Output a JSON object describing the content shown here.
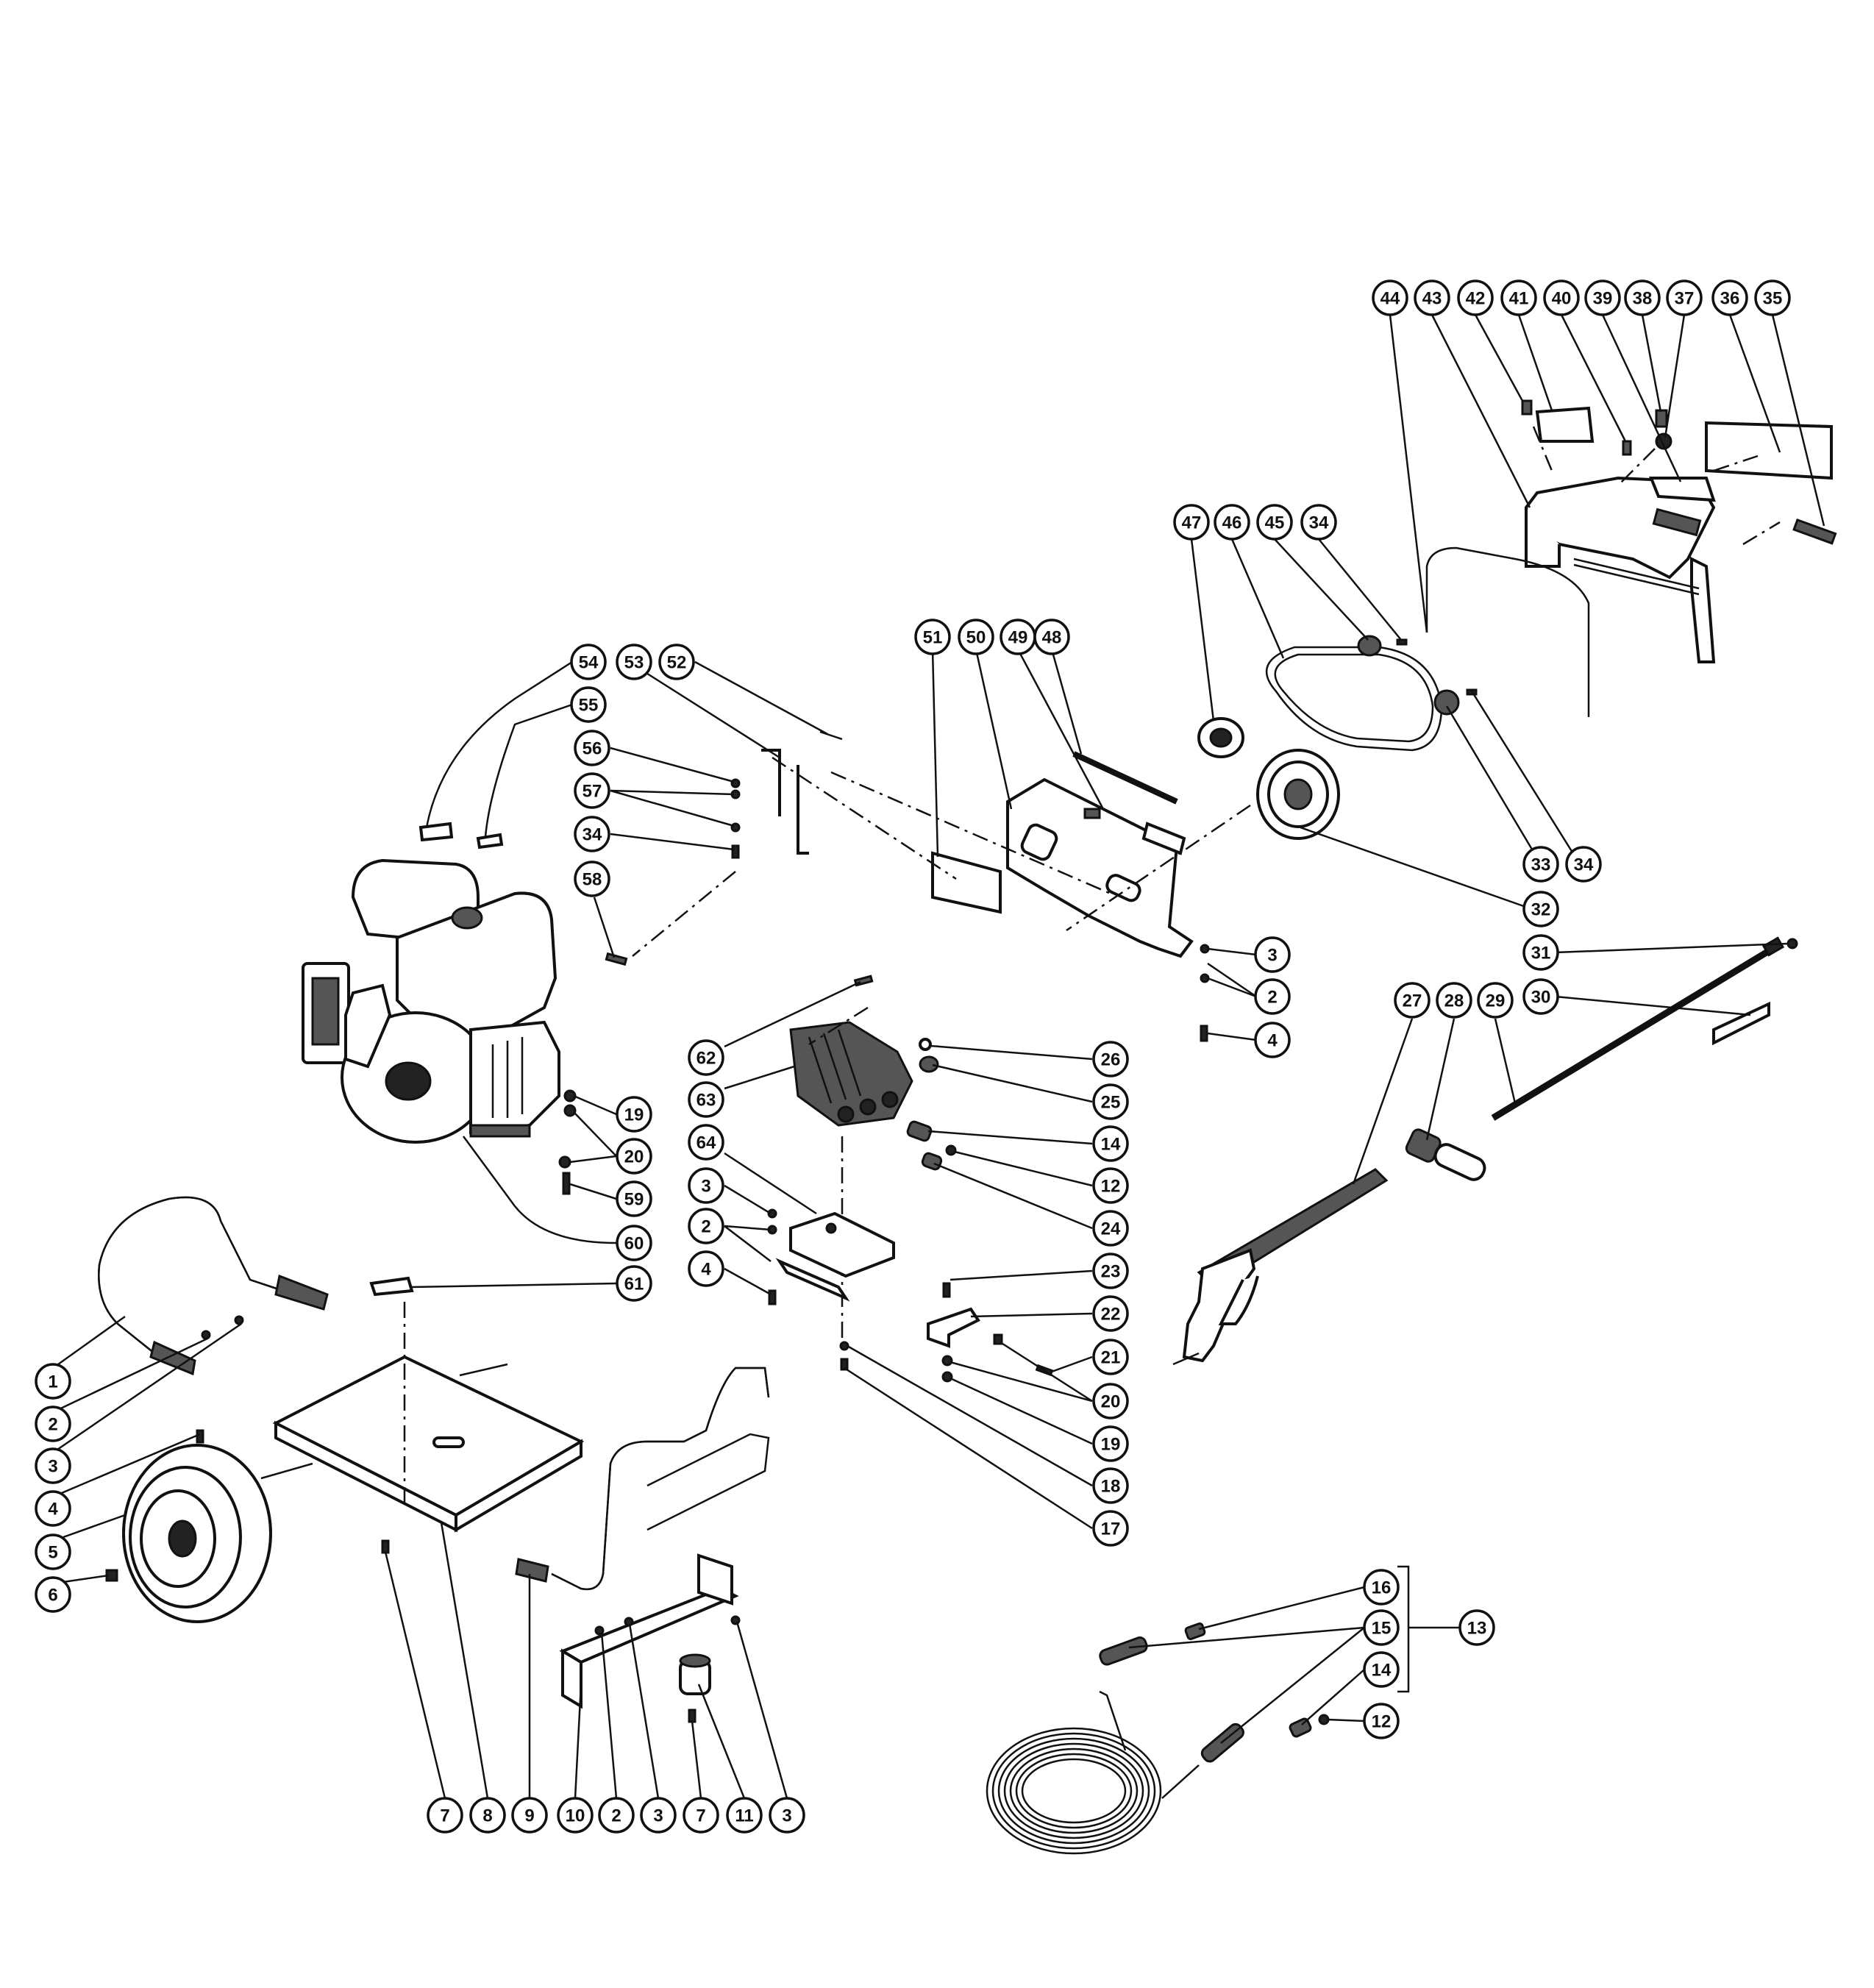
{
  "diagram": {
    "callouts": [
      {
        "id": "c44",
        "label": "44"
      },
      {
        "id": "c43",
        "label": "43"
      },
      {
        "id": "c42",
        "label": "42"
      },
      {
        "id": "c41",
        "label": "41"
      },
      {
        "id": "c40",
        "label": "40"
      },
      {
        "id": "c39",
        "label": "39"
      },
      {
        "id": "c38",
        "label": "38"
      },
      {
        "id": "c37",
        "label": "37"
      },
      {
        "id": "c36",
        "label": "36"
      },
      {
        "id": "c35",
        "label": "35"
      },
      {
        "id": "c47",
        "label": "47"
      },
      {
        "id": "c46",
        "label": "46"
      },
      {
        "id": "c45",
        "label": "45"
      },
      {
        "id": "c34a",
        "label": "34"
      },
      {
        "id": "c51",
        "label": "51"
      },
      {
        "id": "c50",
        "label": "50"
      },
      {
        "id": "c49",
        "label": "49"
      },
      {
        "id": "c48",
        "label": "48"
      },
      {
        "id": "c54",
        "label": "54"
      },
      {
        "id": "c53",
        "label": "53"
      },
      {
        "id": "c52",
        "label": "52"
      },
      {
        "id": "c55",
        "label": "55"
      },
      {
        "id": "c56",
        "label": "56"
      },
      {
        "id": "c57",
        "label": "57"
      },
      {
        "id": "c34b",
        "label": "34"
      },
      {
        "id": "c58",
        "label": "58"
      },
      {
        "id": "c33",
        "label": "33"
      },
      {
        "id": "c34c",
        "label": "34"
      },
      {
        "id": "c32",
        "label": "32"
      },
      {
        "id": "c3a",
        "label": "3"
      },
      {
        "id": "c2a",
        "label": "2"
      },
      {
        "id": "c4a",
        "label": "4"
      },
      {
        "id": "c31",
        "label": "31"
      },
      {
        "id": "c27",
        "label": "27"
      },
      {
        "id": "c28",
        "label": "28"
      },
      {
        "id": "c29",
        "label": "29"
      },
      {
        "id": "c30",
        "label": "30"
      },
      {
        "id": "c62",
        "label": "62"
      },
      {
        "id": "c63",
        "label": "63"
      },
      {
        "id": "c64",
        "label": "64"
      },
      {
        "id": "c3b",
        "label": "3"
      },
      {
        "id": "c2b",
        "label": "2"
      },
      {
        "id": "c4b",
        "label": "4"
      },
      {
        "id": "c26",
        "label": "26"
      },
      {
        "id": "c25",
        "label": "25"
      },
      {
        "id": "c14a",
        "label": "14"
      },
      {
        "id": "c12a",
        "label": "12"
      },
      {
        "id": "c24",
        "label": "24"
      },
      {
        "id": "c23",
        "label": "23"
      },
      {
        "id": "c22",
        "label": "22"
      },
      {
        "id": "c21",
        "label": "21"
      },
      {
        "id": "c20b",
        "label": "20"
      },
      {
        "id": "c19b",
        "label": "19"
      },
      {
        "id": "c18",
        "label": "18"
      },
      {
        "id": "c17",
        "label": "17"
      },
      {
        "id": "c19a",
        "label": "19"
      },
      {
        "id": "c20a",
        "label": "20"
      },
      {
        "id": "c59",
        "label": "59"
      },
      {
        "id": "c60",
        "label": "60"
      },
      {
        "id": "c61",
        "label": "61"
      },
      {
        "id": "c1",
        "label": "1"
      },
      {
        "id": "c2c",
        "label": "2"
      },
      {
        "id": "c3c",
        "label": "3"
      },
      {
        "id": "c4c",
        "label": "4"
      },
      {
        "id": "c5",
        "label": "5"
      },
      {
        "id": "c6",
        "label": "6"
      },
      {
        "id": "c7a",
        "label": "7"
      },
      {
        "id": "c8",
        "label": "8"
      },
      {
        "id": "c9",
        "label": "9"
      },
      {
        "id": "c10",
        "label": "10"
      },
      {
        "id": "c2d",
        "label": "2"
      },
      {
        "id": "c3d",
        "label": "3"
      },
      {
        "id": "c7b",
        "label": "7"
      },
      {
        "id": "c11",
        "label": "11"
      },
      {
        "id": "c3e",
        "label": "3"
      },
      {
        "id": "c16",
        "label": "16"
      },
      {
        "id": "c15",
        "label": "15"
      },
      {
        "id": "c13",
        "label": "13"
      },
      {
        "id": "c14b",
        "label": "14"
      },
      {
        "id": "c12b",
        "label": "12"
      }
    ]
  }
}
